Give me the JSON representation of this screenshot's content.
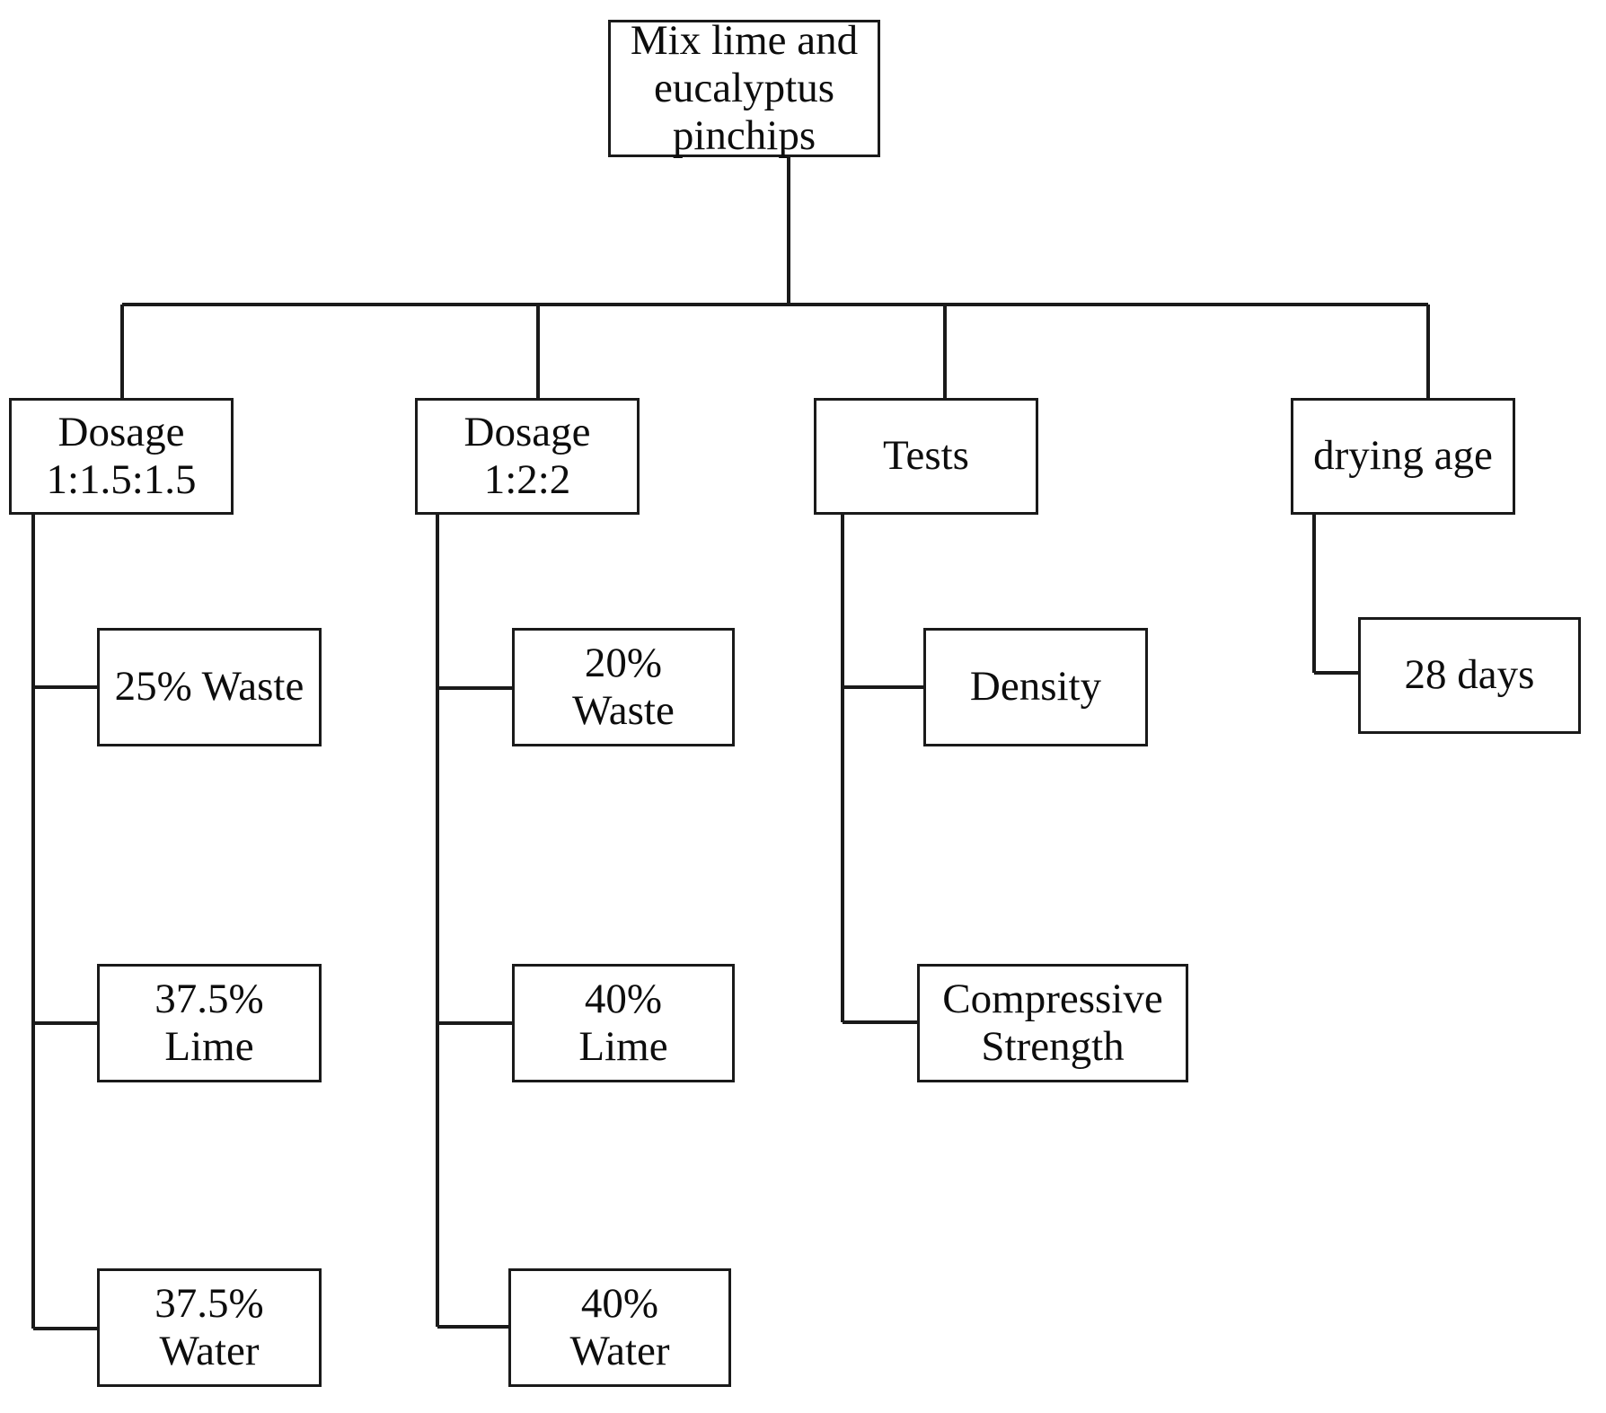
{
  "diagram": {
    "type": "flowchart-tree",
    "orientation": "top-down",
    "background_color": "#ffffff",
    "line_color": "#1a1a1a",
    "text_color": "#0d0d0d",
    "root": {
      "id": "root",
      "label": "Mix lime and eucalyptus pinchips"
    },
    "branches": [
      {
        "id": "dosage-1",
        "label": "Dosage\n1:1.5:1.5",
        "children": [
          {
            "id": "dosage-1-waste",
            "label": "25% Waste"
          },
          {
            "id": "dosage-1-lime",
            "label": "37.5%\nLime"
          },
          {
            "id": "dosage-1-water",
            "label": "37.5%\nWater"
          }
        ]
      },
      {
        "id": "dosage-2",
        "label": "Dosage\n1:2:2",
        "children": [
          {
            "id": "dosage-2-waste",
            "label": "20%\nWaste"
          },
          {
            "id": "dosage-2-lime",
            "label": "40%\nLime"
          },
          {
            "id": "dosage-2-water",
            "label": "40%\nWater"
          }
        ]
      },
      {
        "id": "tests",
        "label": "Tests",
        "children": [
          {
            "id": "tests-density",
            "label": "Density"
          },
          {
            "id": "tests-compressive",
            "label": "Compressive\nStrength"
          }
        ]
      },
      {
        "id": "drying-age",
        "label": "drying age",
        "children": [
          {
            "id": "drying-age-28",
            "label": "28 days"
          }
        ]
      }
    ]
  }
}
